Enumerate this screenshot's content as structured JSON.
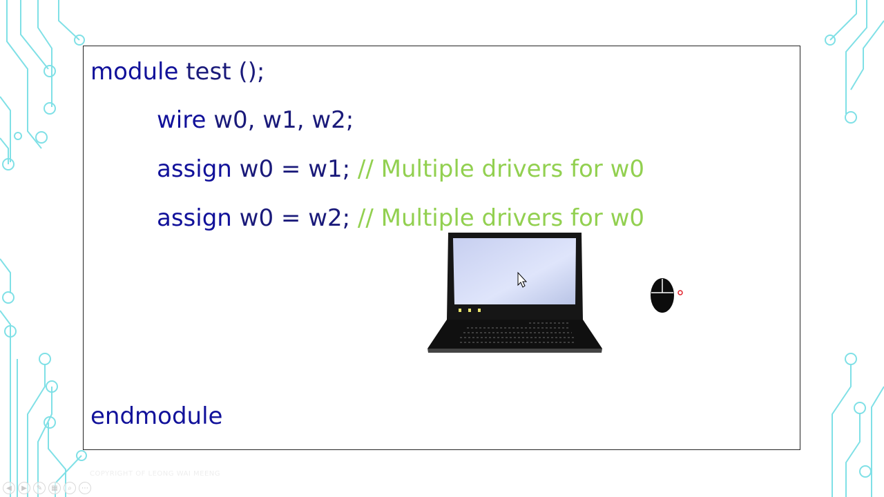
{
  "slide": {
    "code_lines": [
      {
        "keyword": "module",
        "rest": " test ();",
        "comment": ""
      },
      {
        "keyword": "wire",
        "rest": " w0, w1, w2;",
        "comment": ""
      },
      {
        "keyword": "assign",
        "rest": " w0 = w1; ",
        "comment": "// Multiple drivers for w0"
      },
      {
        "keyword": "assign",
        "rest": " w0 = w2; ",
        "comment": "// Multiple drivers for w0"
      },
      {
        "keyword": "endmodule",
        "rest": "",
        "comment": ""
      }
    ],
    "watermark": "COPYRIGHT OF LEONG WAI MEENG"
  },
  "colors": {
    "keyword": "#11119a",
    "comment": "#92d050",
    "circuit": "#5fd3dd",
    "laser_pointer": "#e0202a"
  },
  "icons": {
    "laptop": "laptop-icon",
    "mouse": "mouse-icon",
    "cursor": "cursor-icon"
  },
  "player_toolbar": {
    "buttons": [
      "prev-icon",
      "next-icon",
      "pen-icon",
      "slides-icon",
      "zoom-icon",
      "more-icon"
    ]
  }
}
